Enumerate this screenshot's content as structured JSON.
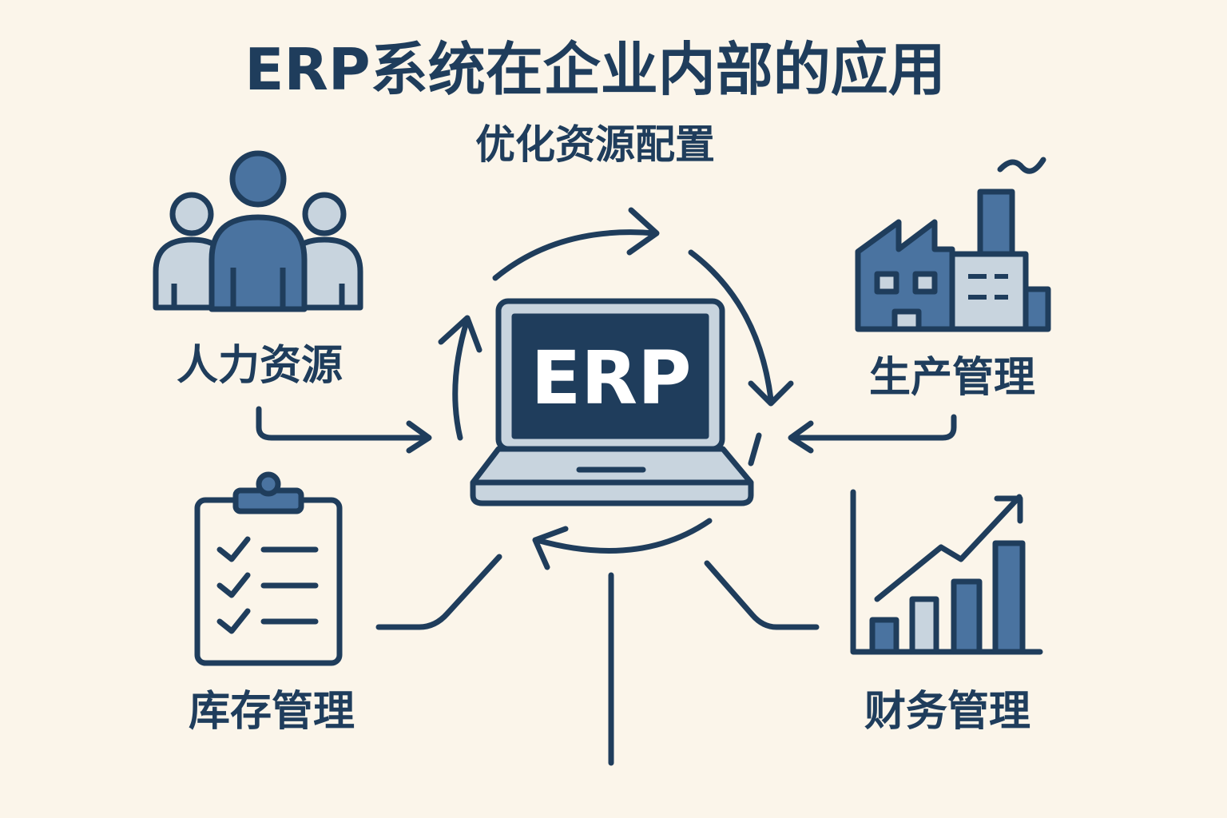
{
  "title": "ERP系统在企业内部的应用",
  "subtitle": "优化资源配置",
  "center": {
    "label": "ERP",
    "icon": "laptop-icon"
  },
  "modules": [
    {
      "label": "人力资源",
      "icon": "people-icon"
    },
    {
      "label": "生产管理",
      "icon": "factory-icon"
    },
    {
      "label": "库存管理",
      "icon": "clipboard-checklist-icon"
    },
    {
      "label": "财务管理",
      "icon": "bar-chart-growth-icon"
    }
  ],
  "colors": {
    "background": "#fbf5ea",
    "navy": "#1f3d5c",
    "blue": "#4a73a0",
    "light": "#c8d4de"
  }
}
